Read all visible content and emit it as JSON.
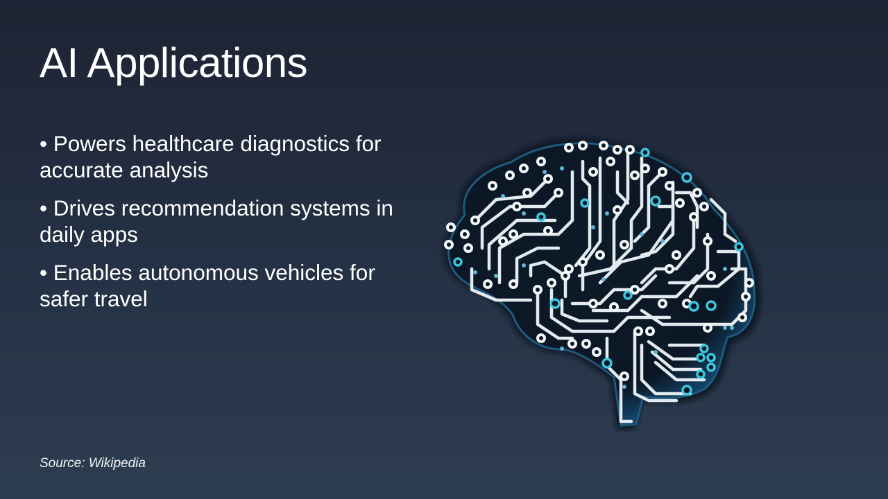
{
  "slide": {
    "title": "AI Applications",
    "bullets": [
      "• Powers healthcare diagnostics for accurate analysis",
      "• Drives recommendation systems in daily apps",
      "• Enables autonomous vehicles for safer travel"
    ],
    "source": "Source: Wikipedia",
    "image": {
      "icon": "circuit-brain-icon",
      "description": "Brain illustrated as circuit board traces",
      "colors": {
        "trace": "#e8eef2",
        "accent": "#3ec6dc",
        "shadow": "#0a1522",
        "glow": "#1a4a6e"
      }
    },
    "colors": {
      "background_top": "#1d2333",
      "background_bottom": "#2d3d50",
      "text": "#ffffff"
    }
  }
}
